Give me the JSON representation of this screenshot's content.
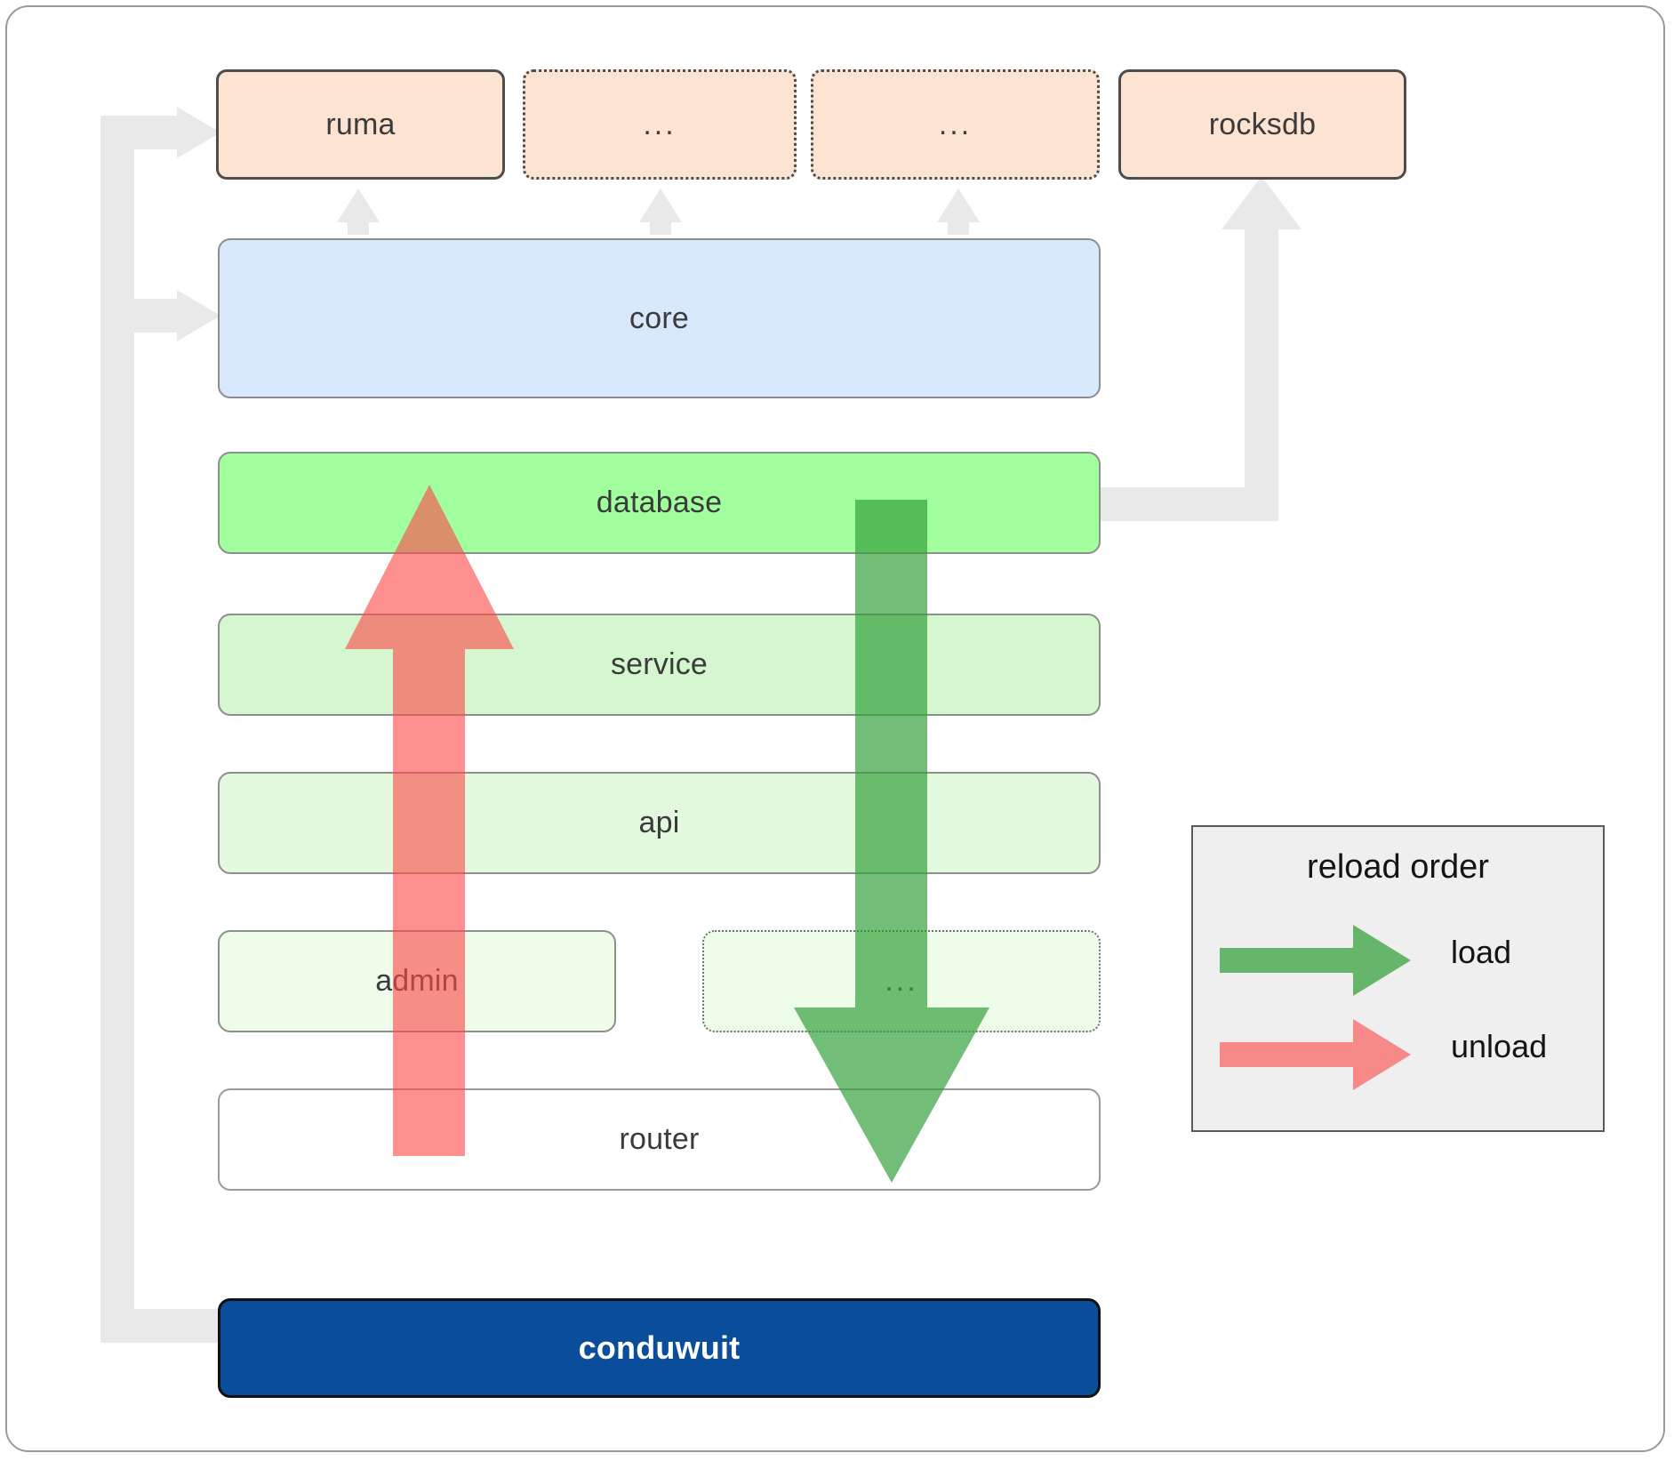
{
  "diagram": {
    "title": "conduwuit crate / reload order architecture",
    "colors": {
      "dependency_fill": "#fde3d2",
      "dependency_border": "#4d4d4d",
      "core_fill": "#d8e8fd",
      "database_fill": "#a2ff9d",
      "service_fill": "#d4f7cf",
      "api_fill": "#e3fade",
      "admin_fill": "#edfdea",
      "router_fill": "#ffffff",
      "conduwuit_fill": "#0a4d9b",
      "conduwuit_text": "#ffffff",
      "load_arrow": "#4aab4d",
      "unload_arrow": "#f98080",
      "connector": "#e8e8e8",
      "frame_border": "#9a9a9a",
      "legend_fill": "#efefef"
    },
    "dependencies": [
      {
        "id": "ruma",
        "label": "ruma",
        "style": "solid"
      },
      {
        "id": "dots1",
        "label": "...",
        "style": "dotted"
      },
      {
        "id": "dots2",
        "label": "...",
        "style": "dotted"
      },
      {
        "id": "rocksdb",
        "label": "rocksdb",
        "style": "solid"
      }
    ],
    "layers": [
      {
        "id": "core",
        "label": "core"
      },
      {
        "id": "database",
        "label": "database"
      },
      {
        "id": "service",
        "label": "service"
      },
      {
        "id": "api",
        "label": "api"
      },
      {
        "id": "admin",
        "label": "admin"
      },
      {
        "id": "dots",
        "label": "..."
      },
      {
        "id": "router",
        "label": "router"
      }
    ],
    "binary": {
      "id": "conduwuit",
      "label": "conduwuit"
    },
    "legend": {
      "title": "reload order",
      "items": [
        {
          "id": "load",
          "label": "load",
          "color": "#4aab4d"
        },
        {
          "id": "unload",
          "label": "unload",
          "color": "#f98080"
        }
      ]
    }
  }
}
